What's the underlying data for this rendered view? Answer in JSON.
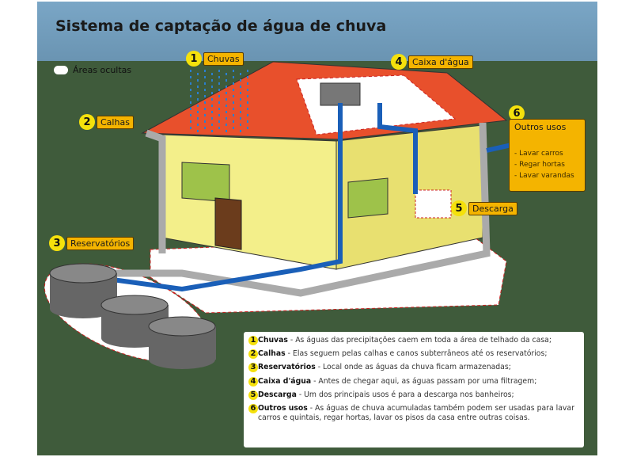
{
  "title": "Sistema de captação de água de chuva",
  "hidden_areas_label": "Áreas ocultas",
  "callouts": [
    {
      "num": "1",
      "label": "Chuvas"
    },
    {
      "num": "2",
      "label": "Calhas"
    },
    {
      "num": "3",
      "label": "Reservatórios"
    },
    {
      "num": "4",
      "label": "Caixa d'água"
    },
    {
      "num": "5",
      "label": "Descarga"
    },
    {
      "num": "6",
      "label": "Outros usos"
    }
  ],
  "outros_usos": {
    "title": "Outros usos",
    "items": [
      "- Lavar carros",
      "- Regar hortas",
      "- Lavar varandas"
    ]
  },
  "legend": [
    {
      "num": "1",
      "term": "Chuvas",
      "text": " - As águas das precipitações caem em toda a área de telhado da casa;"
    },
    {
      "num": "2",
      "term": "Calhas",
      "text": " - Elas seguem pelas calhas e canos subterrâneos até os reservatórios;"
    },
    {
      "num": "3",
      "term": "Reservatórios",
      "text": " - Local onde as águas da chuva ficam armazenadas;"
    },
    {
      "num": "4",
      "term": "Caixa d'água",
      "text": " - Antes de chegar aqui, as águas passam por uma filtragem;"
    },
    {
      "num": "5",
      "term": "Descarga",
      "text": " - Um dos principais usos é para a descarga nos banheiros;"
    },
    {
      "num": "6",
      "term": "Outros usos",
      "text": " - As águas de chuva acumuladas também podem ser usadas para lavar carros e quintais, regar hortas, lavar os pisos da casa entre outras coisas."
    }
  ]
}
